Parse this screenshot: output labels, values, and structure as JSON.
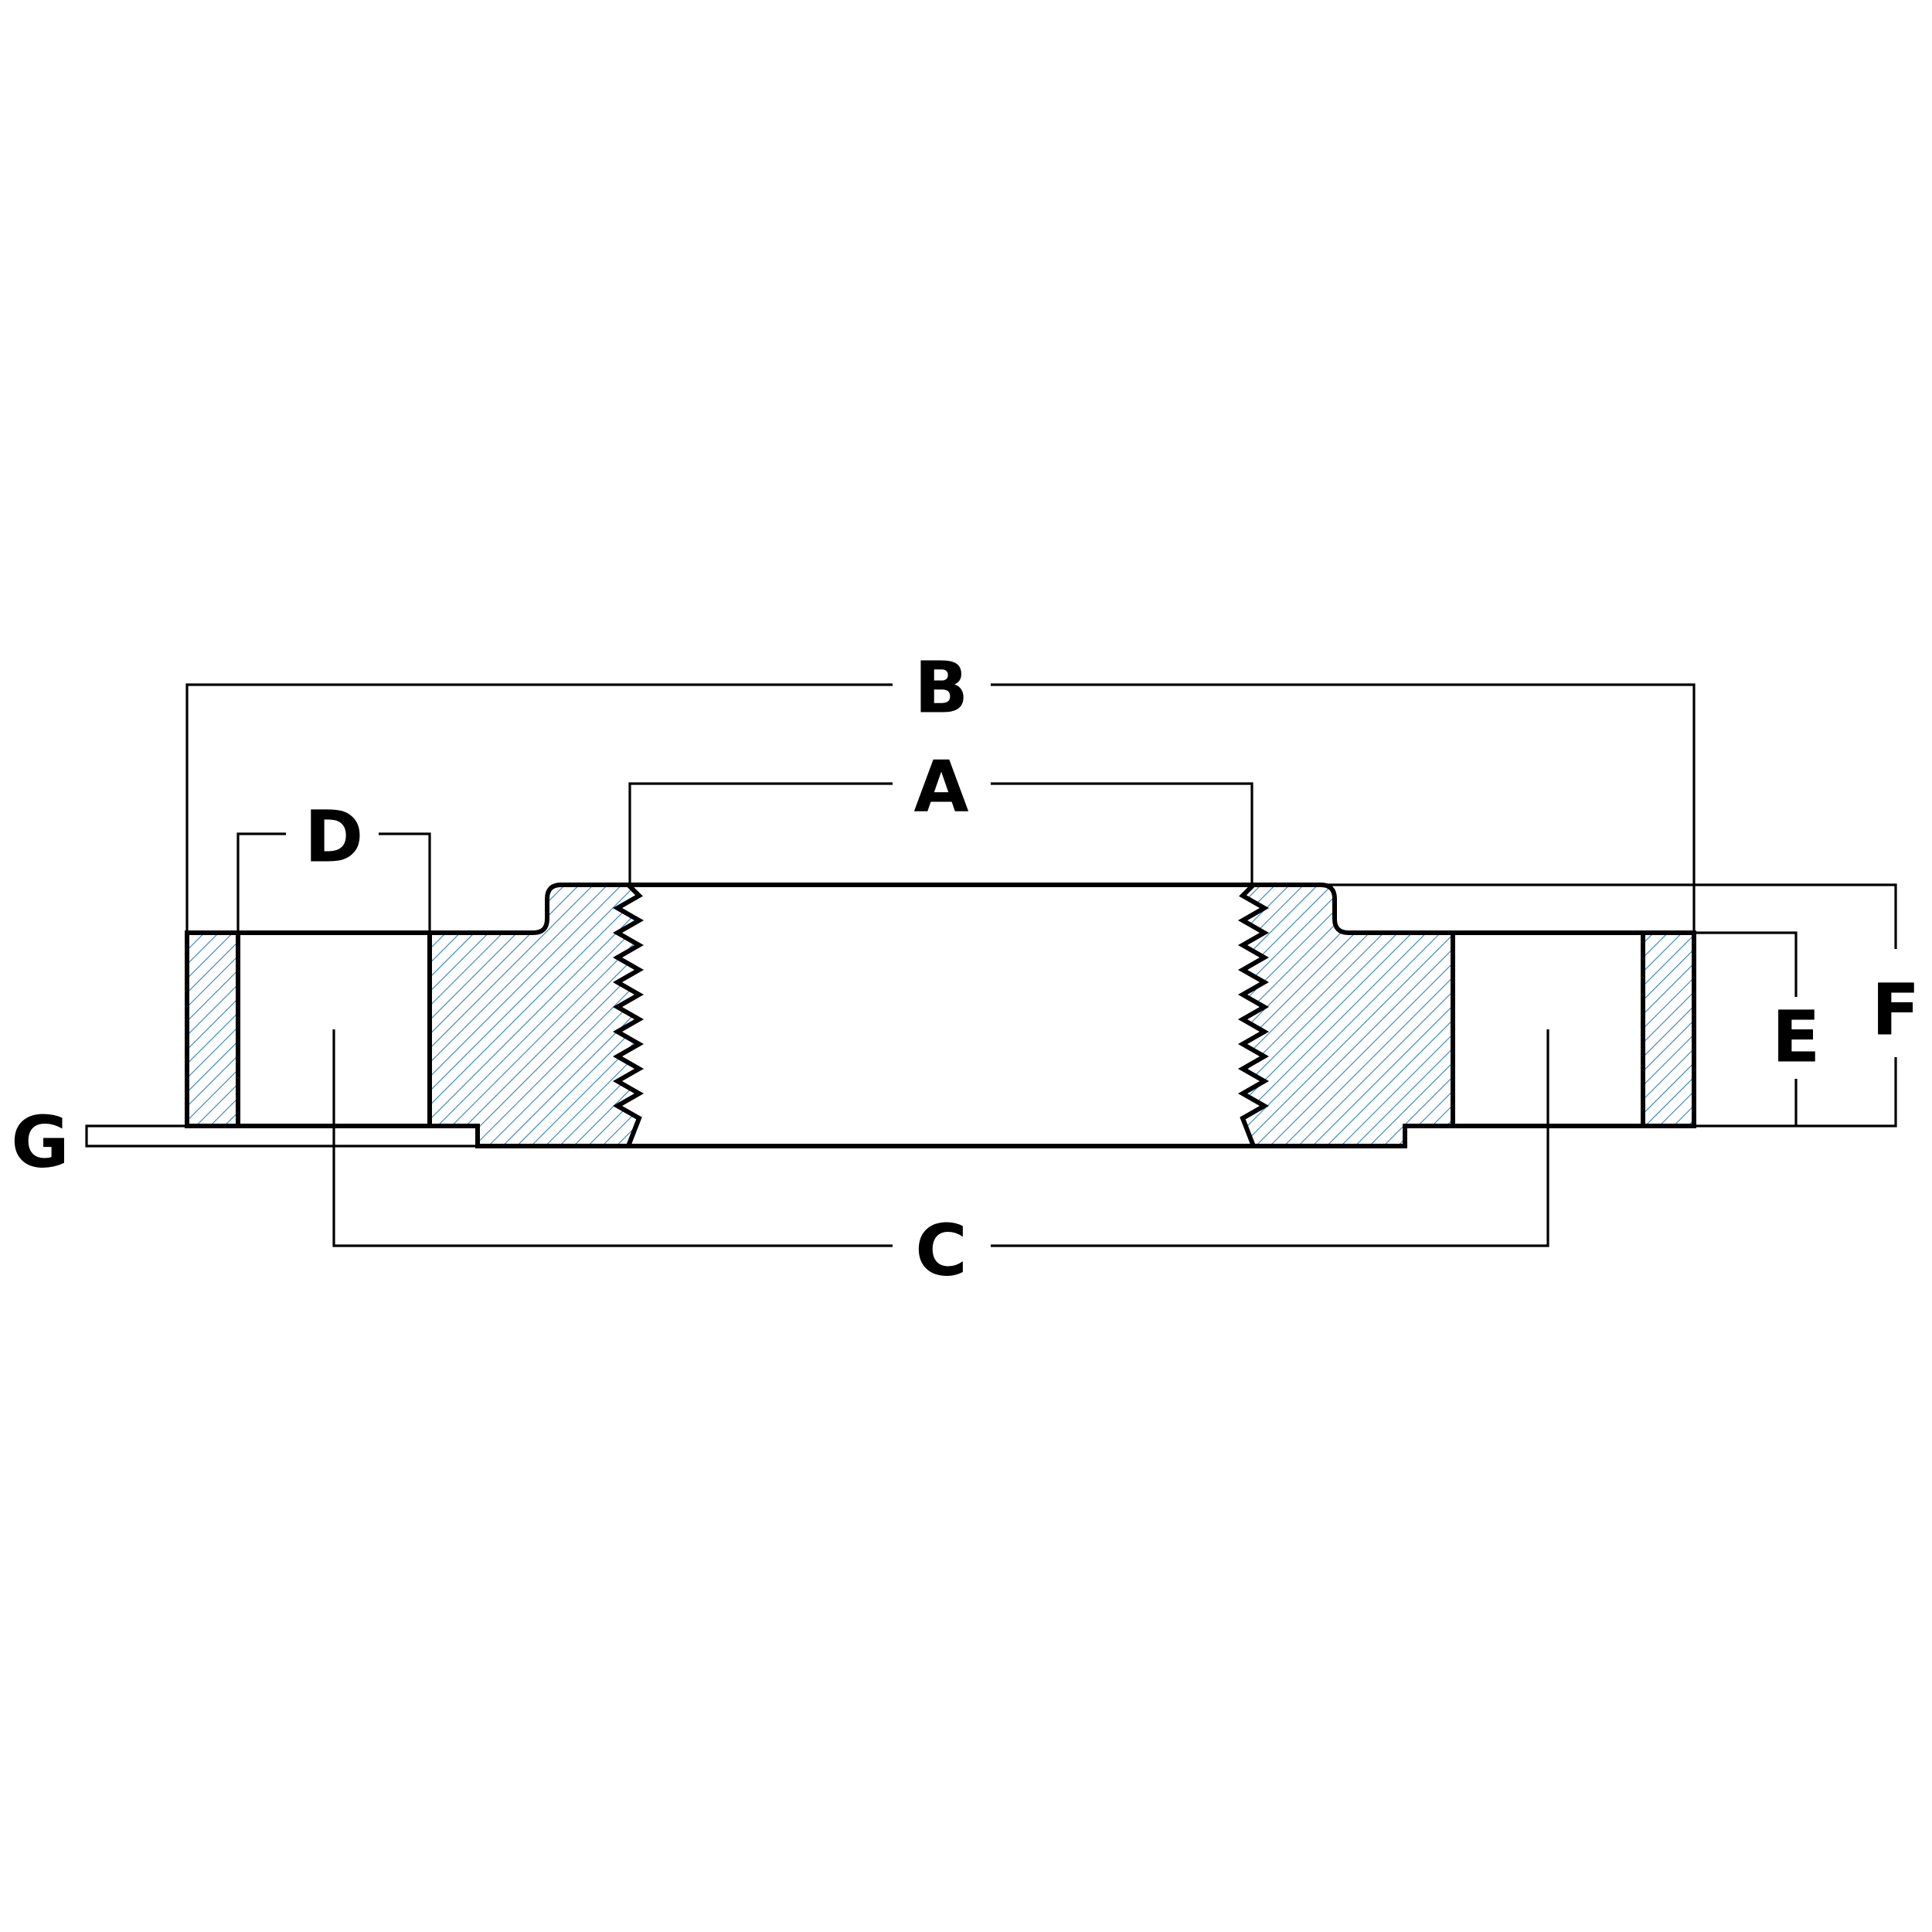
{
  "diagram": {
    "colors": {
      "background": "#ffffff",
      "outline": "#000000",
      "hatch": "#2f7fbf"
    },
    "labels": {
      "a": "A",
      "b": "B",
      "c": "C",
      "d": "D",
      "e": "E",
      "f": "F",
      "g": "G"
    }
  }
}
